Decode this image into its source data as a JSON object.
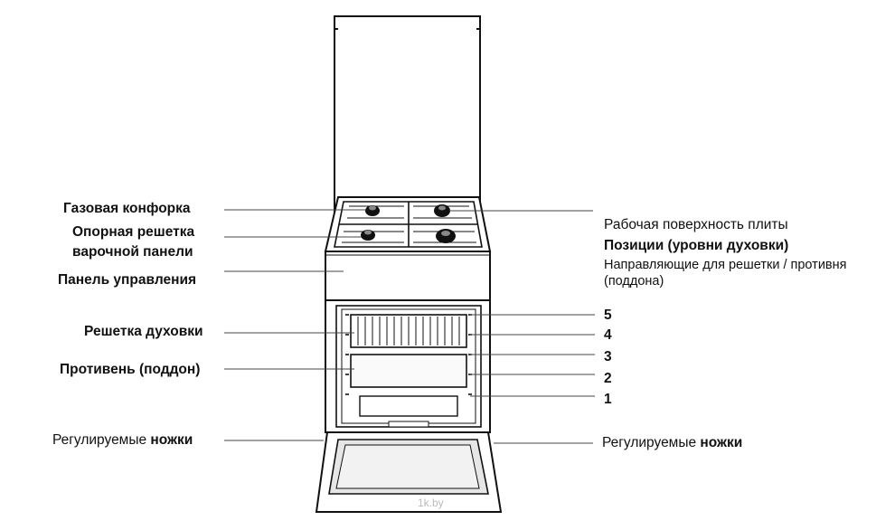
{
  "labels": {
    "gas_burner": "Газовая конфорка",
    "support_grid_1": "Опорная решетка",
    "support_grid_2": "варочной панели",
    "control_panel": "Панель управления",
    "oven_rack": "Решетка духовки",
    "baking_tray": "Противень (поддон)",
    "feet_left_prefix": "Регулируемые",
    "feet_left_bold": "ножки",
    "work_surface": "Рабочая поверхность плиты",
    "positions": "Позиции (уровни духовки)",
    "guides_1": "Направляющие  для решетки / противня",
    "guides_2": "(поддона)",
    "feet_right_prefix": "Регулируемые",
    "feet_right_bold": "ножки"
  },
  "levels": [
    "5",
    "4",
    "3",
    "2",
    "1"
  ],
  "watermark": "1k.by",
  "colors": {
    "line": "#111111",
    "leader": "#444444",
    "glass": "#e6e6e6"
  }
}
